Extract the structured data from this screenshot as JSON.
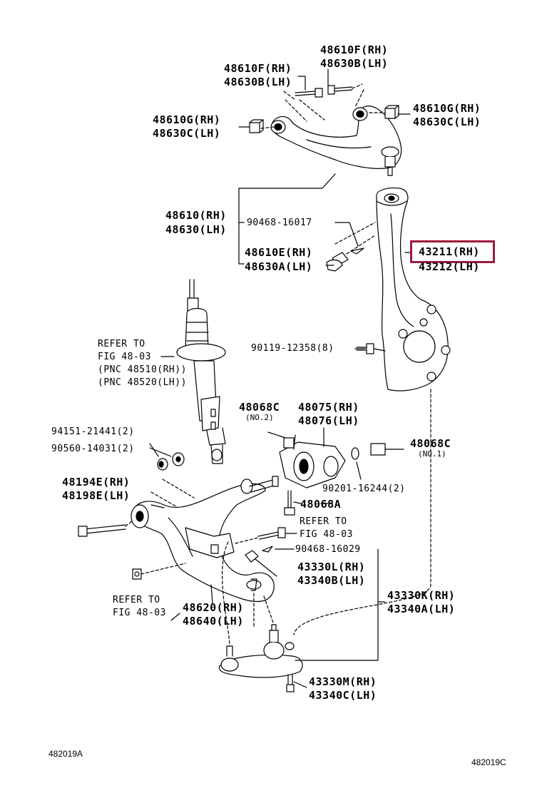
{
  "highlight_color": "#9b1b3c",
  "labels": {
    "p48610F_rh": "48610F(RH)",
    "p48630B_lh": "48630B(LH)",
    "p48610F_rh_2": "48610F(RH)",
    "p48630B_lh_2": "48630B(LH)",
    "p48610G_rh_l": "48610G(RH)",
    "p48630C_lh_l": "48630C(LH)",
    "p48610G_rh_r": "48610G(RH)",
    "p48630C_lh_r": "48630C(LH)",
    "p48610_rh": "48610(RH)",
    "p48630_lh": "48630(LH)",
    "p90468_16017": "90468-16017",
    "p48610E_rh": "48610E(RH)",
    "p48630A_lh": "48630A(LH)",
    "p43211_rh": "43211(RH)",
    "p43212_lh": "43212(LH)",
    "p90119_12358": "90119-12358(8)",
    "refer1_a": "REFER TO",
    "refer1_b": "FIG 48-03",
    "refer1_c": "(PNC 48510(RH))",
    "refer1_d": "(PNC 48520(LH))",
    "p48068C_a": "48068C",
    "p48068C_a_note": "(NO.2)",
    "p48075_rh": "48075(RH)",
    "p48076_lh": "48076(LH)",
    "p94151": "94151-21441(2)",
    "p90560": "90560-14031(2)",
    "p48068C_b": "48068C",
    "p48068C_b_note": "(NO.1)",
    "p48194E_rh": "48194E(RH)",
    "p48198E_lh": "48198E(LH)",
    "p90201": "90201-16244(2)",
    "p48068A": "48068A",
    "refer2_a": "REFER TO",
    "refer2_b": "FIG 48-03",
    "p90468_16029": "90468-16029",
    "p43330L_rh": "43330L(RH)",
    "p43340B_lh": "43340B(LH)",
    "refer3_a": "REFER TO",
    "refer3_b": "FIG 48-03",
    "p48620_rh": "48620(RH)",
    "p48640_lh": "48640(LH)",
    "p43330K_rh": "43330K(RH)",
    "p43340A_lh": "43340A(LH)",
    "p43330M_rh": "43330M(RH)",
    "p43340C_lh": "43340C(LH)"
  },
  "footer": {
    "left_code": "482019A",
    "right_code": "482019C"
  }
}
